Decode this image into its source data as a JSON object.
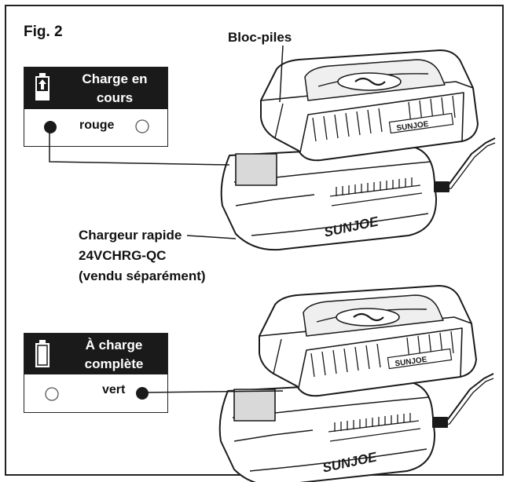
{
  "figure": {
    "title": "Fig. 2",
    "battery_label": "Bloc-piles",
    "charger_label_lines": [
      "Chargeur rapide",
      "24VCHRG-QC",
      "(vendu séparément)"
    ],
    "brand_text": "SUNJOE",
    "battery_text": "SUNJOE"
  },
  "status_panels": [
    {
      "heading_lines": [
        "Charge en",
        "cours"
      ],
      "led_label": "rouge",
      "led_state": "on",
      "battery_icon": "battery-charging-icon"
    },
    {
      "heading_lines": [
        "À charge",
        "complète"
      ],
      "led_label": "vert",
      "led_state": "on",
      "battery_icon": "battery-full-icon"
    }
  ],
  "colors": {
    "ink": "#1a1a1a",
    "background": "#ffffff"
  }
}
